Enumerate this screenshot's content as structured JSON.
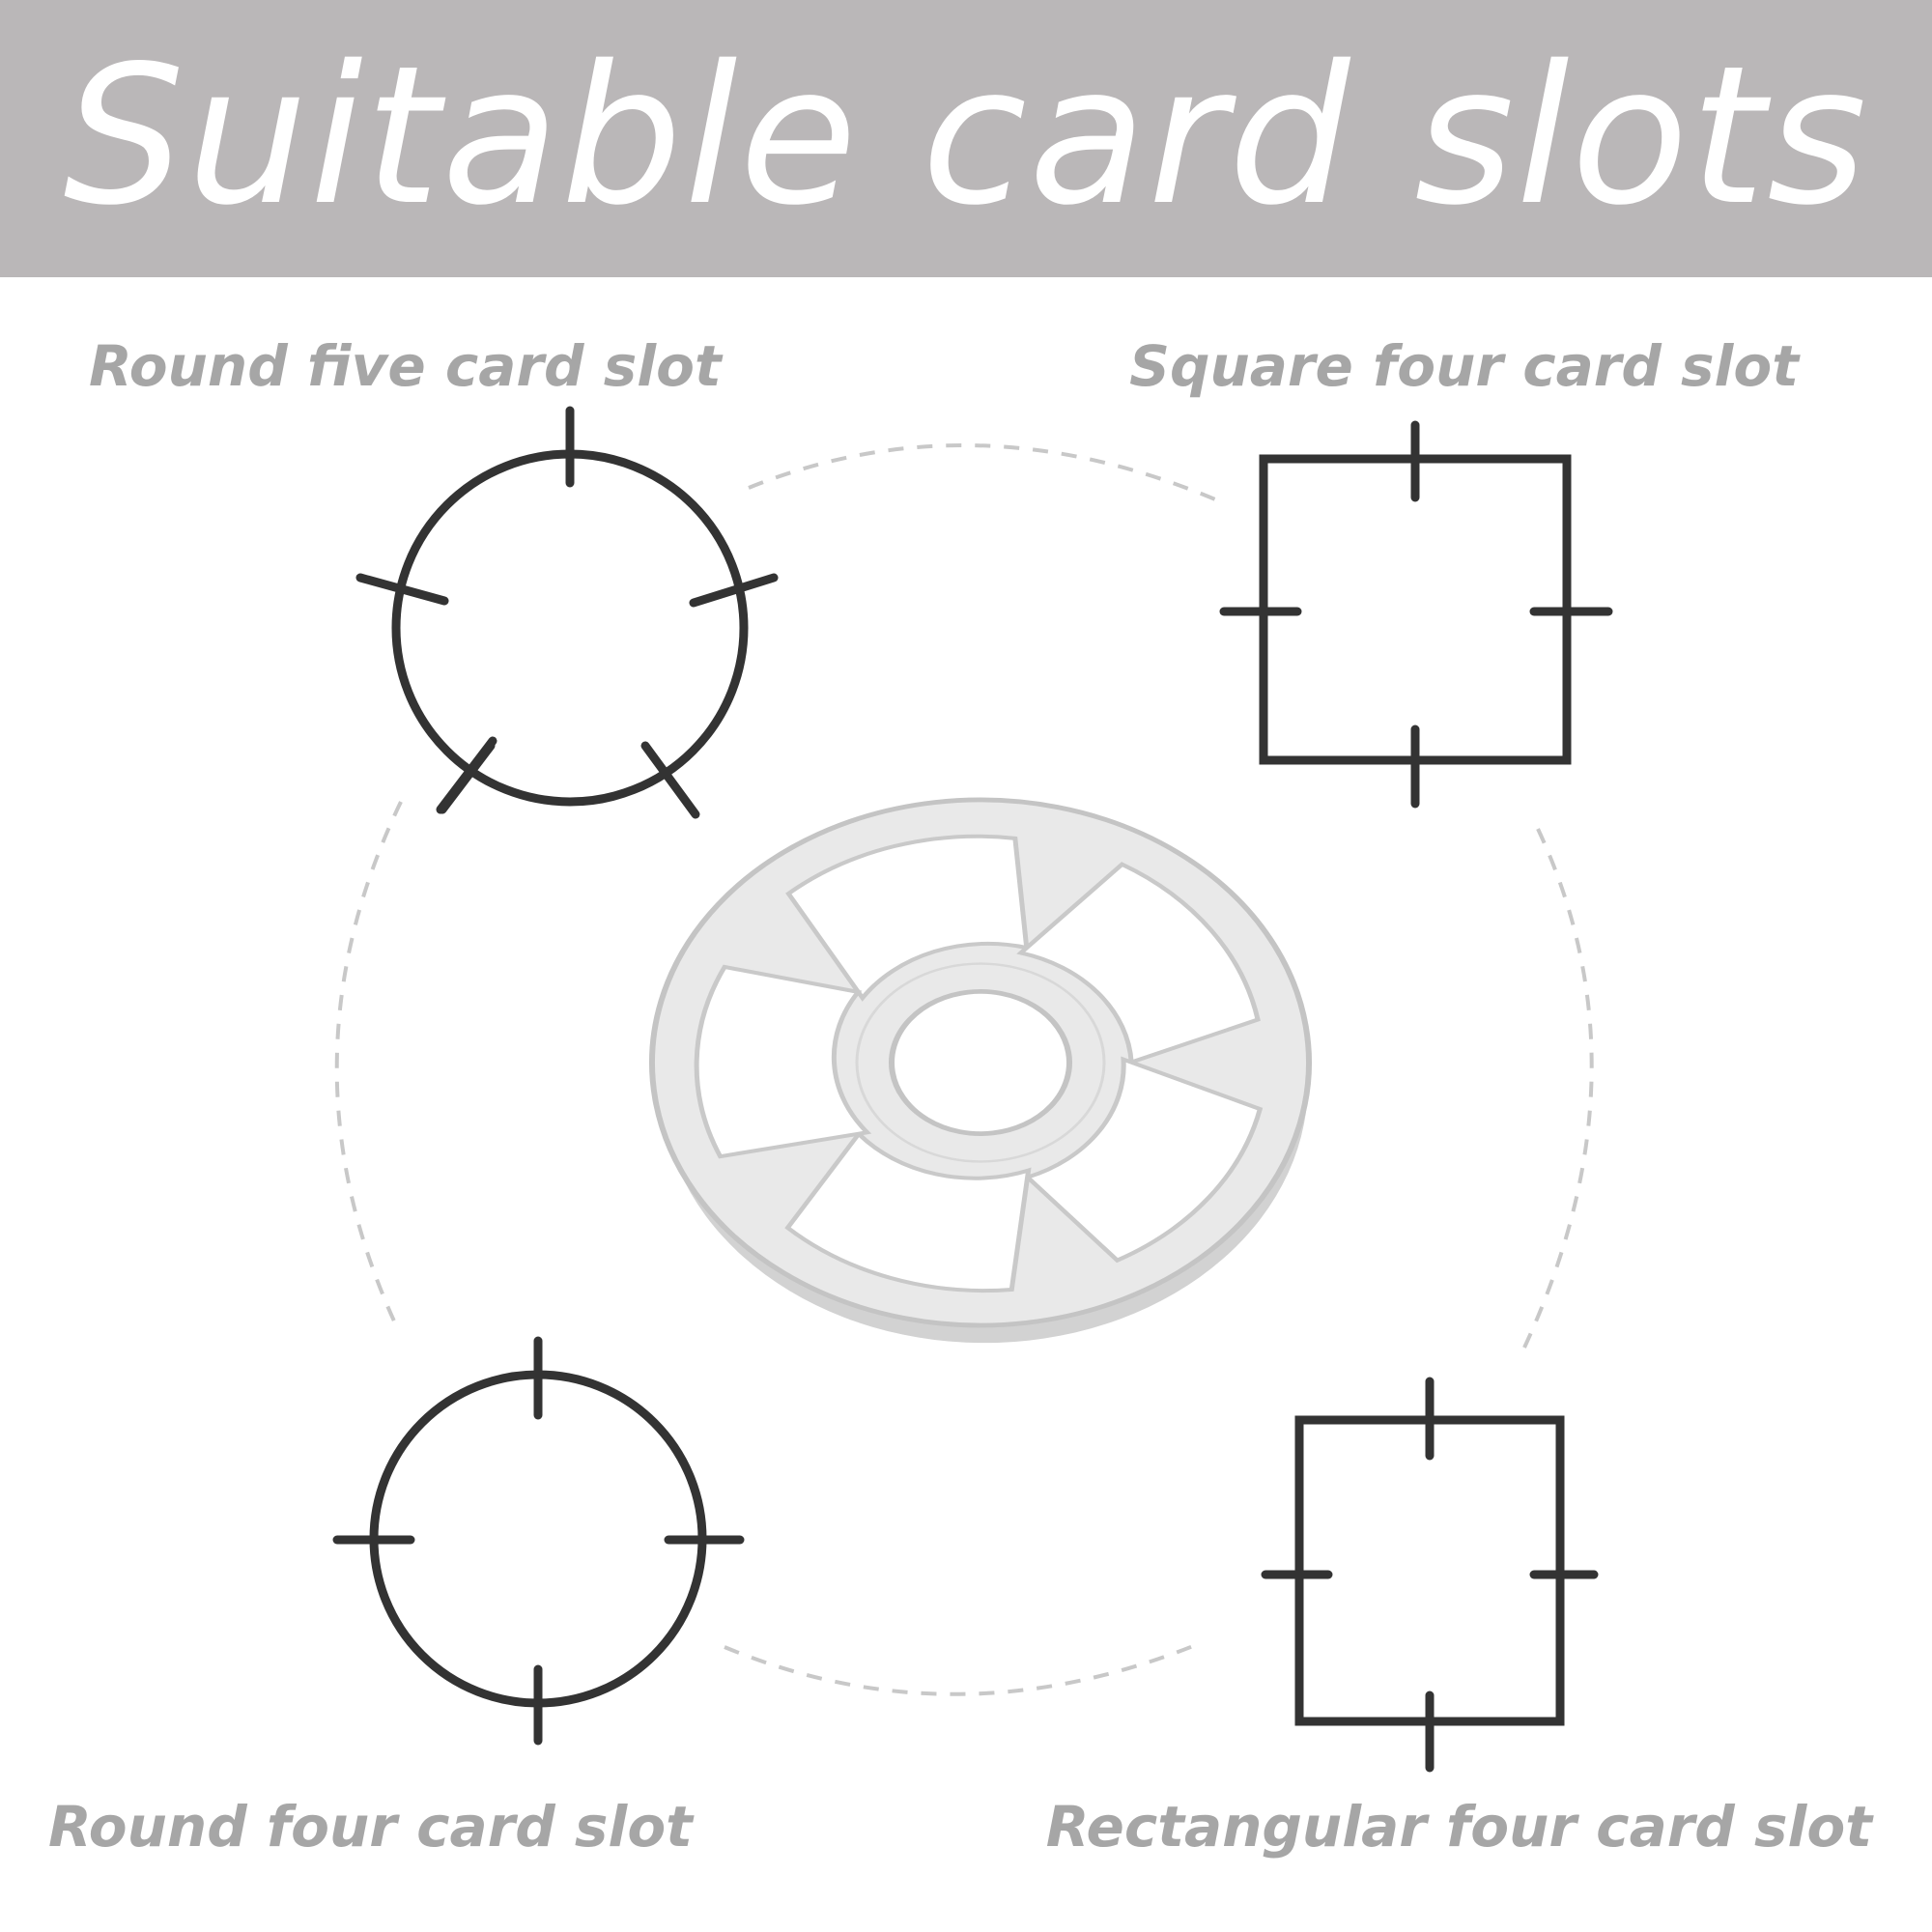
{
  "header": {
    "title": "Suitable card slots"
  },
  "slots": {
    "round_five": "Round five card slot",
    "square_four": "Square four card slot",
    "round_four": "Round four card slot",
    "rectangular_four": "Rectangular four card slot"
  },
  "colors": {
    "banner": "#bab7b8",
    "title_text": "#ffffff",
    "label_text": "#a6a6a6",
    "icon_stroke": "#333333",
    "dashed_line": "#c8c8c8",
    "product": "#e6e6e6"
  }
}
